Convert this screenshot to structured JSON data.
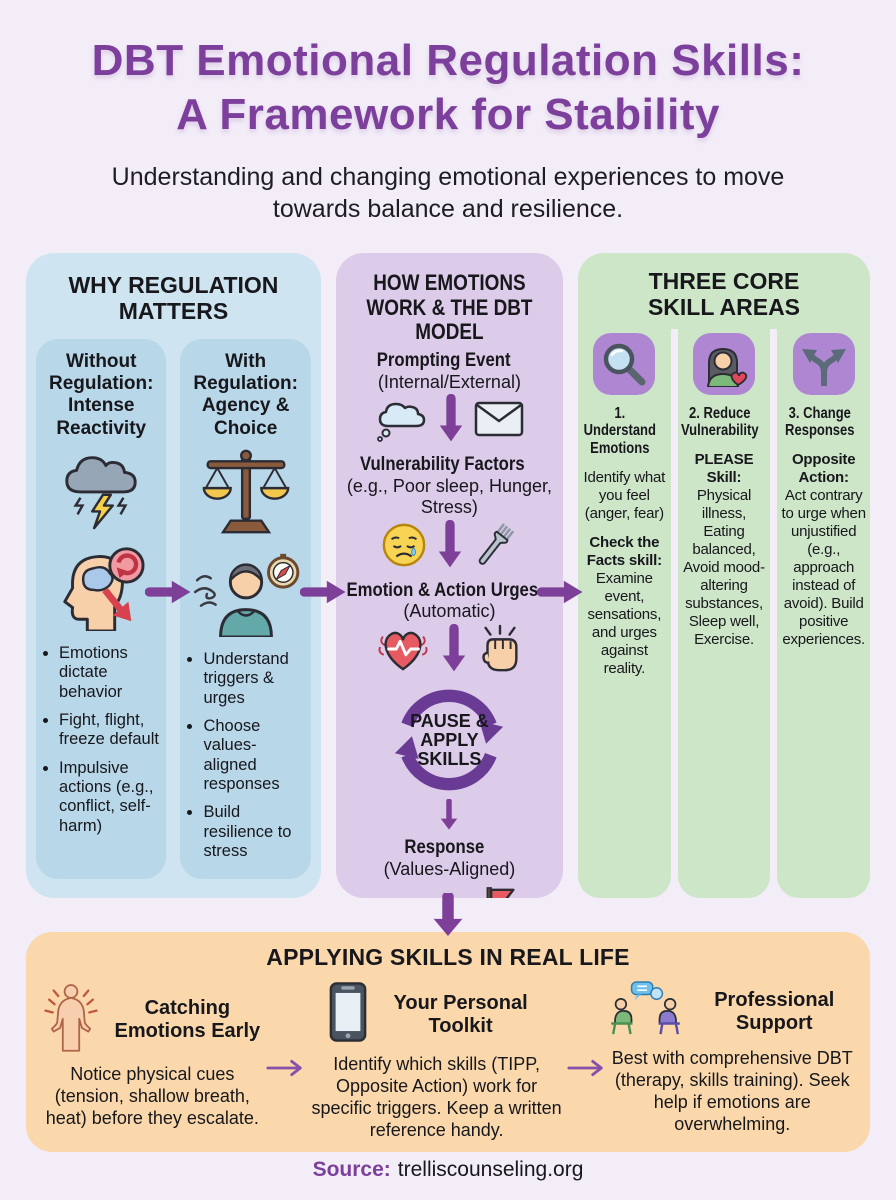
{
  "page": {
    "title_line1": "DBT Emotional Regulation Skills:",
    "title_line2": "A Framework for Stability",
    "subtitle": "Understanding and changing emotional experiences to move towards balance and resilience."
  },
  "colors": {
    "page_bg": "#f3edf8",
    "title_purple": "#7c3f9b",
    "arrow_purple": "#7d3f98",
    "pause_circle_purple": "#6a3b94",
    "left_section_bg": "#cfe4f1",
    "left_card_bg": "#b8d7e9",
    "middle_section_bg": "#dccbe9",
    "green_section_bg": "#cde6c8",
    "icon_tile_purple": "#ae86d1",
    "bottom_section_bg": "#fad8ab"
  },
  "why": {
    "header": "WHY REGULATION MATTERS",
    "without": {
      "title": "Without Regulation: Intense Reactivity",
      "icons": [
        "storm-cloud-icon",
        "reactive-brain-icon"
      ],
      "bullets": [
        "Emotions dictate behavior",
        "Fight, flight, freeze default",
        "Impulsive actions (e.g., conflict, self-harm)"
      ]
    },
    "with": {
      "title": "With Regulation: Agency & Choice",
      "icons": [
        "balance-scale-icon",
        "calm-person-compass-icon"
      ],
      "bullets": [
        "Understand triggers & urges",
        "Choose values-aligned responses",
        "Build resilience to stress"
      ]
    }
  },
  "model": {
    "header": "HOW EMOTIONS WORK & THE DBT MODEL",
    "steps": [
      {
        "title": "Prompting Event",
        "subtitle": "(Internal/External)",
        "icons": [
          "thought-bubble-icon",
          "envelope-icon"
        ]
      },
      {
        "title": "Vulnerability Factors",
        "subtitle": "(e.g., Poor sleep, Hunger, Stress)",
        "icons": [
          "sad-face-icon",
          "fork-icon"
        ]
      },
      {
        "title": "Emotion & Action Urges",
        "subtitle": "(Automatic)",
        "icons": [
          "heart-pulse-icon",
          "fist-icon"
        ]
      }
    ],
    "pause_label": "PAUSE & APPLY SKILLS",
    "response": {
      "title": "Response",
      "subtitle": "(Values-Aligned)",
      "icons": [
        "handshake-icon",
        "flag-icon"
      ]
    }
  },
  "skills": {
    "header": "THREE CORE SKILL AREAS",
    "columns": [
      {
        "number_title": "1. Understand Emotions",
        "icon": "magnifier-icon",
        "intro": "Identify what you feel (anger, fear)",
        "bold": "Check the Facts skill:",
        "body": "Examine event, sensations, and urges against reality."
      },
      {
        "number_title": "2. Reduce Vulnerability",
        "icon": "person-heart-icon",
        "bold": "PLEASE Skill:",
        "body": "Physical illness, Eating balanced, Avoid mood-altering substances, Sleep well, Exercise."
      },
      {
        "number_title": "3. Change Responses",
        "icon": "split-arrows-icon",
        "bold": "Opposite Action:",
        "body": "Act contrary to urge when unjustified (e.g., approach instead of avoid). Build positive experiences."
      }
    ]
  },
  "applying": {
    "header": "APPLYING SKILLS IN REAL LIFE",
    "items": [
      {
        "title": "Catching Emotions Early",
        "icon": "body-cues-icon",
        "body": "Notice physical cues (tension, shallow breath, heat) before they escalate."
      },
      {
        "title": "Your Personal Toolkit",
        "icon": "phone-icon",
        "body": "Identify which skills (TIPP, Opposite Action) work for specific triggers. Keep a written reference handy."
      },
      {
        "title": "Professional Support",
        "icon": "therapy-chat-icon",
        "body": "Best with comprehensive DBT (therapy, skills training). Seek help if emotions are overwhelming."
      }
    ]
  },
  "footer": {
    "source_label": "Source:",
    "source_value": "trelliscounseling.org"
  }
}
